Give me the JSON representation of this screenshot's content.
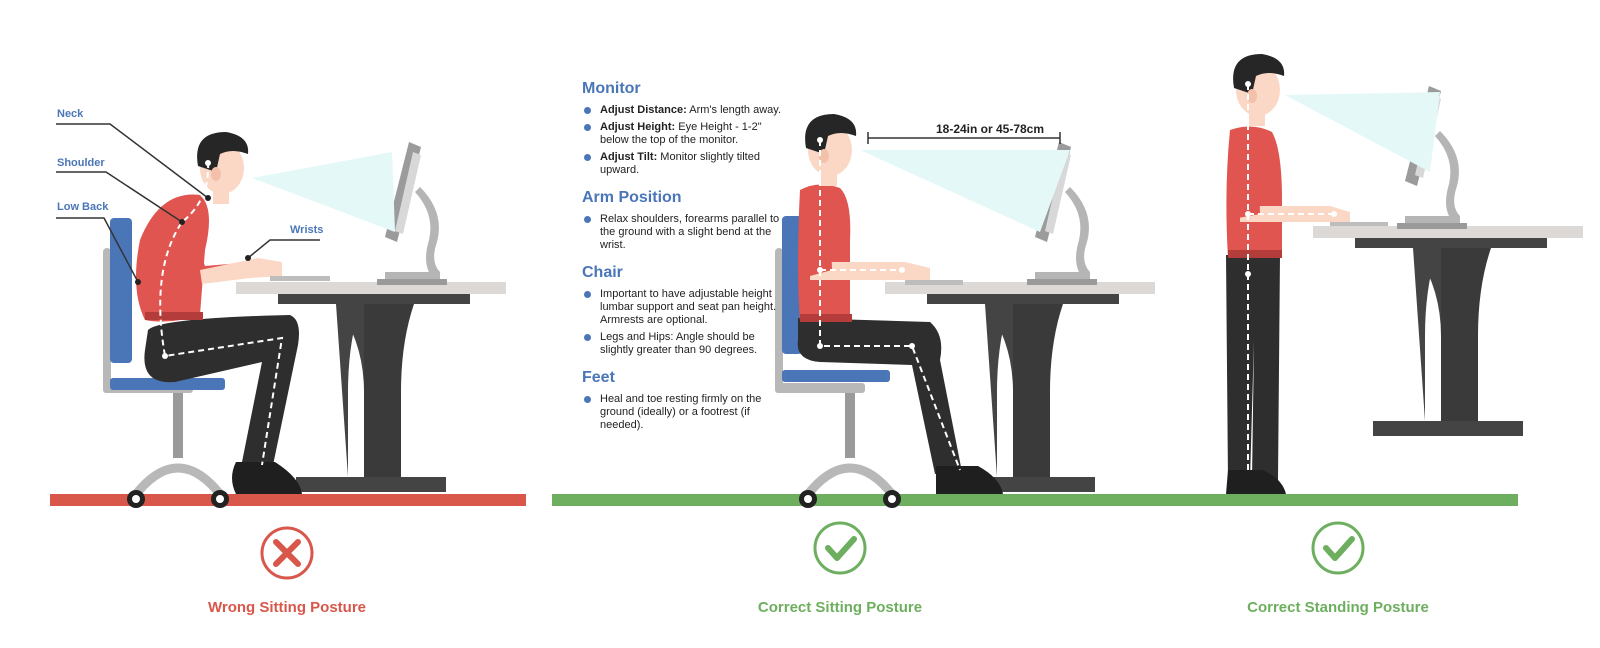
{
  "labels": {
    "neck": "Neck",
    "shoulder": "Shoulder",
    "low_back": "Low Back",
    "wrists": "Wrists",
    "distance": "18-24in or 45-78cm"
  },
  "tips": {
    "monitor": {
      "heading": "Monitor",
      "items": [
        {
          "bold": "Adjust Distance:",
          "text": " Arm's length away."
        },
        {
          "bold": "Adjust Height:",
          "text": " Eye Height - 1-2\" below the top of the monitor."
        },
        {
          "bold": "Adjust Tilt:",
          "text": " Monitor slightly tilted upward."
        }
      ]
    },
    "arm": {
      "heading": "Arm Position",
      "items": [
        {
          "text": "Relax shoulders, forearms parallel to the ground with a slight bend at the wrist."
        }
      ]
    },
    "chair": {
      "heading": "Chair",
      "items": [
        {
          "text": "Important to have adjustable height lumbar support and seat pan height. Armrests are optional."
        },
        {
          "text": "Legs and Hips: Angle should be slightly greater than 90 degrees."
        }
      ]
    },
    "feet": {
      "heading": "Feet",
      "items": [
        {
          "text": "Heal and toe resting firmly on the ground (ideally) or a footrest (if needed)."
        }
      ]
    }
  },
  "captions": {
    "wrong": "Wrong Sitting Posture",
    "sitting": "Correct Sitting Posture",
    "standing": "Correct Standing Posture"
  },
  "colors": {
    "wrong": "#d9574a",
    "correct": "#6daf5e",
    "accent": "#4a76b8",
    "shirt": "#e05550",
    "pants": "#2e2e2e",
    "desk": "#444444",
    "desktop": "#dcd9d6"
  }
}
